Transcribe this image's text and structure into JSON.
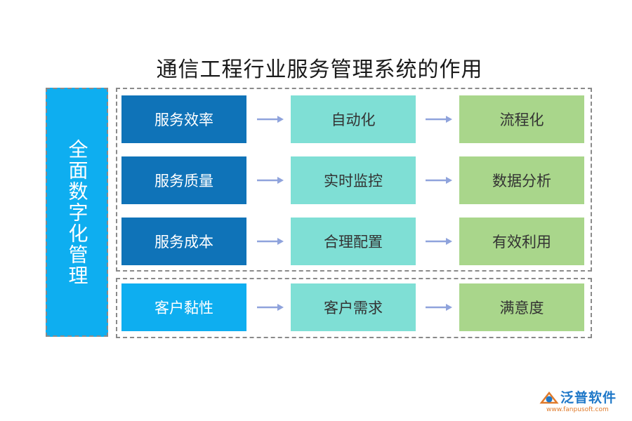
{
  "title": "通信工程行业服务管理系统的作用",
  "left_label": "全面数字化管理",
  "rows": [
    {
      "col1": "服务效率",
      "col2": "自动化",
      "col3": "流程化"
    },
    {
      "col1": "服务质量",
      "col2": "实时监控",
      "col3": "数据分析"
    },
    {
      "col1": "服务成本",
      "col2": "合理配置",
      "col3": "有效利用"
    },
    {
      "col1": "客户黏性",
      "col2": "客户需求",
      "col3": "满意度"
    }
  ],
  "logo": {
    "name": "泛普软件",
    "url": "www.fanpusoft.com"
  },
  "colors": {
    "dark_blue": "#0f73b8",
    "bright_blue": "#0eaef0",
    "teal": "#7fdfd5",
    "green": "#a9d68b",
    "arrow": "#8fa3dc"
  }
}
